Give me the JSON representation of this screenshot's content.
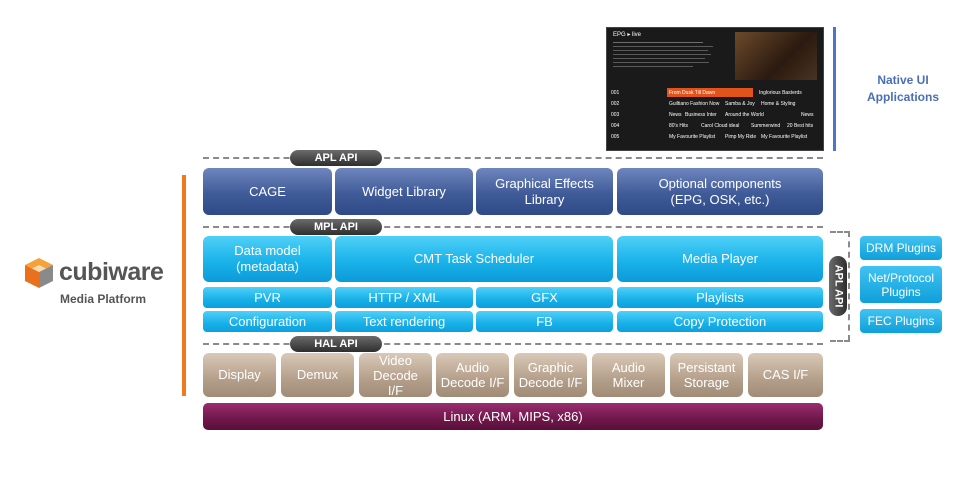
{
  "logo": {
    "brand": "cubiware",
    "subtitle": "Media Platform"
  },
  "native_ui": {
    "label_line1": "Native UI",
    "label_line2": "Applications",
    "screenshot": {
      "header": "EPG ▸ live",
      "rows": [
        {
          "ch": "001",
          "prog1": "From Dusk Till Dawn",
          "prog2": "Inglorious Basterds"
        },
        {
          "ch": "002",
          "prog1": "Guiltiano Fashion Now",
          "prog2": "Samba & Joy",
          "prog3": "Home & Styling"
        },
        {
          "ch": "003",
          "prog1": "News",
          "prog2": "Business Inter",
          "prog3": "Around the World",
          "prog4": "News"
        },
        {
          "ch": "004",
          "prog1": "80's Hits",
          "prog2": "Carol Cloud ideal",
          "prog3": "Summerwind",
          "prog4": "20 Best hits"
        },
        {
          "ch": "005",
          "prog1": "My Favourite Playlist",
          "prog2": "Pimp My Ride",
          "prog3": "My Favourite Playlist"
        }
      ]
    }
  },
  "apis": {
    "apl": "APL API",
    "mpl": "MPL API",
    "hal": "HAL API",
    "apl_vertical": "APL API"
  },
  "apl_layer": [
    {
      "label": "CAGE"
    },
    {
      "label": "Widget Library"
    },
    {
      "label": "Graphical Effects Library"
    },
    {
      "label": "Optional components (EPG, OSK, etc.)"
    }
  ],
  "mpl_layer": {
    "data_model": "Data model (metadata)",
    "scheduler": "CMT Task Scheduler",
    "media_player": "Media Player",
    "pvr": "PVR",
    "http_xml": "HTTP / XML",
    "gfx": "GFX",
    "playlists": "Playlists",
    "configuration": "Configuration",
    "text_rendering": "Text rendering",
    "fb": "FB",
    "copy_protection": "Copy Protection"
  },
  "hal_layer": [
    {
      "label": "Display"
    },
    {
      "label": "Demux"
    },
    {
      "label": "Video Decode I/F"
    },
    {
      "label": "Audio Decode I/F"
    },
    {
      "label": "Graphic Decode I/F"
    },
    {
      "label": "Audio Mixer"
    },
    {
      "label": "Persistant Storage"
    },
    {
      "label": "CAS I/F"
    }
  ],
  "linux": "Linux (ARM, MIPS, x86)",
  "plugins": [
    {
      "label": "DRM Plugins"
    },
    {
      "label": "Net/Protocol Plugins"
    },
    {
      "label": "FEC Plugins"
    }
  ],
  "colors": {
    "apl": "#3f5b98",
    "mpl": "#1ab3ea",
    "hal": "#b49f8a",
    "linux": "#6e1749",
    "orange_bar": "#f07a1e",
    "native_bar": "#4f74c4"
  }
}
